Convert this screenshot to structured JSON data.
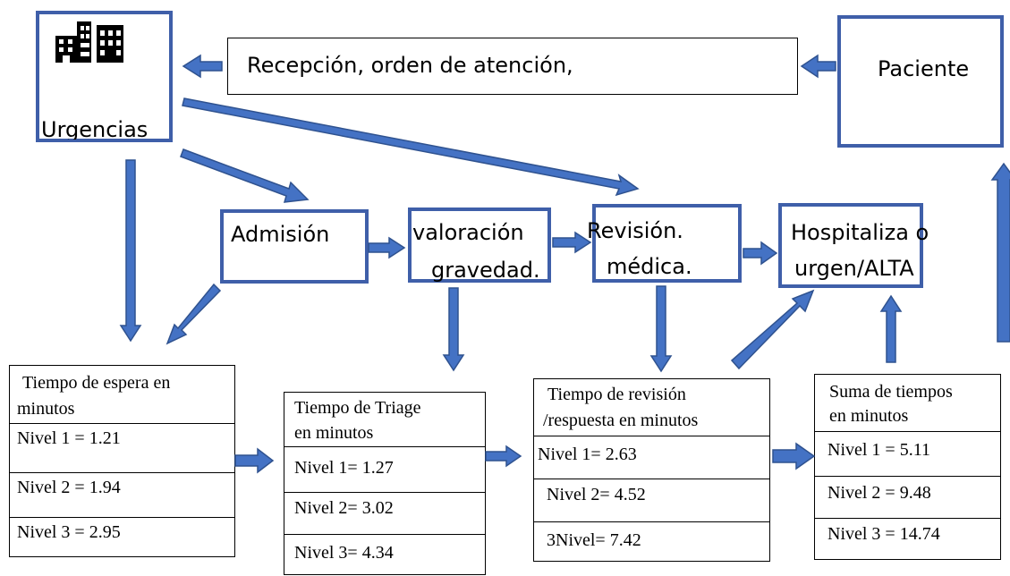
{
  "colors": {
    "accent": "#3f5fa9",
    "arrow_fill": "#4472c4",
    "arrow_stroke": "#2f528f"
  },
  "nodes": {
    "urgencias": {
      "label": "Urgencias",
      "icon": "building-icon"
    },
    "recepcion": {
      "label": "Recepción, orden de atención,"
    },
    "paciente": {
      "label": "Paciente"
    },
    "admision": {
      "label": "Admisión"
    },
    "valoracion": {
      "line1": "valoración",
      "line2": "gravedad."
    },
    "revision": {
      "line1": "Revisión.",
      "line2": "médica."
    },
    "hospitaliza": {
      "line1": "Hospitaliza o",
      "line2": "urgen/ALTA"
    }
  },
  "tables": {
    "espera": {
      "title1": "Tiempo de espera en",
      "title2": "minutos",
      "rows": [
        "Nivel 1 = 1.21",
        "Nivel 2 =  1.94",
        "Nivel 3 = 2.95"
      ]
    },
    "triage": {
      "title1": "Tiempo de Triage",
      "title2": "en minutos",
      "rows": [
        "Nivel 1= 1.27",
        "Nivel 2= 3.02",
        "Nivel 3= 4.34"
      ]
    },
    "revision": {
      "title1": "Tiempo de revisión",
      "title2": "/respuesta en minutos",
      "rows": [
        "Nivel 1= 2.63",
        "Nivel 2= 4.52",
        " 3Nivel= 7.42"
      ]
    },
    "suma": {
      "title1": "Suma de tiempos",
      "title2": "en minutos",
      "rows": [
        "Nivel 1 =   5.11",
        "Nivel 2 =   9.48",
        "Nivel 3 = 14.74"
      ]
    }
  }
}
